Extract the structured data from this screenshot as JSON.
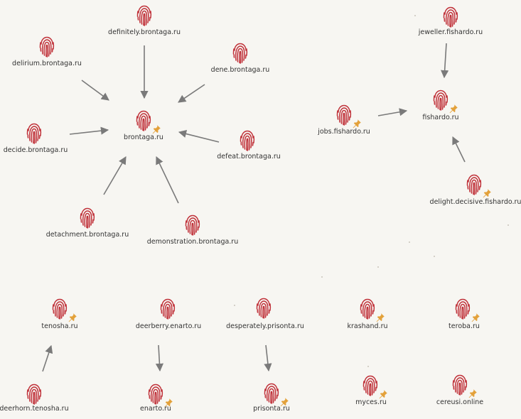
{
  "colors": {
    "fingerprint": "#c0323a",
    "pin": "#e3a13a",
    "edge": "#7a7a7a",
    "background": "#f7f6f2"
  },
  "icons": {
    "node": "fingerprint-icon",
    "pinned": "pin-icon"
  },
  "nodes": [
    {
      "id": "definitely",
      "label": "definitely.brontaga.ru",
      "pinned": false
    },
    {
      "id": "delirium",
      "label": "delirium.brontaga.ru",
      "pinned": false
    },
    {
      "id": "dene",
      "label": "dene.brontaga.ru",
      "pinned": false
    },
    {
      "id": "brontaga",
      "label": "brontaga.ru",
      "pinned": true
    },
    {
      "id": "decide",
      "label": "decide.brontaga.ru",
      "pinned": false
    },
    {
      "id": "defeat",
      "label": "defeat.brontaga.ru",
      "pinned": false
    },
    {
      "id": "detachment",
      "label": "detachment.brontaga.ru",
      "pinned": false
    },
    {
      "id": "demonstration",
      "label": "demonstration.brontaga.ru",
      "pinned": false
    },
    {
      "id": "jeweller",
      "label": "jeweller.fishardo.ru",
      "pinned": false
    },
    {
      "id": "fishardo",
      "label": "fishardo.ru",
      "pinned": true
    },
    {
      "id": "jobs",
      "label": "jobs.fishardo.ru",
      "pinned": true
    },
    {
      "id": "delight",
      "label": "delight.decisive.fishardo.ru",
      "pinned": true
    },
    {
      "id": "tenosha",
      "label": "tenosha.ru",
      "pinned": true
    },
    {
      "id": "deerhorn",
      "label": "deerhorn.tenosha.ru",
      "pinned": false
    },
    {
      "id": "deerberry",
      "label": "deerberry.enarto.ru",
      "pinned": false
    },
    {
      "id": "enarto",
      "label": "enarto.ru",
      "pinned": true
    },
    {
      "id": "desperately",
      "label": "desperately.prisonta.ru",
      "pinned": false
    },
    {
      "id": "prisonta",
      "label": "prisonta.ru",
      "pinned": true
    },
    {
      "id": "krashand",
      "label": "krashand.ru",
      "pinned": true
    },
    {
      "id": "teroba",
      "label": "teroba.ru",
      "pinned": true
    },
    {
      "id": "myces",
      "label": "myces.ru",
      "pinned": true
    },
    {
      "id": "cereusi",
      "label": "cereusi.online",
      "pinned": true
    }
  ],
  "edges": [
    {
      "from": "definitely",
      "to": "brontaga"
    },
    {
      "from": "delirium",
      "to": "brontaga"
    },
    {
      "from": "dene",
      "to": "brontaga"
    },
    {
      "from": "decide",
      "to": "brontaga"
    },
    {
      "from": "defeat",
      "to": "brontaga"
    },
    {
      "from": "detachment",
      "to": "brontaga"
    },
    {
      "from": "demonstration",
      "to": "brontaga"
    },
    {
      "from": "jeweller",
      "to": "fishardo"
    },
    {
      "from": "jobs",
      "to": "fishardo"
    },
    {
      "from": "delight",
      "to": "fishardo"
    },
    {
      "from": "deerhorn",
      "to": "tenosha"
    },
    {
      "from": "deerberry",
      "to": "enarto"
    },
    {
      "from": "desperately",
      "to": "prisonta"
    }
  ]
}
